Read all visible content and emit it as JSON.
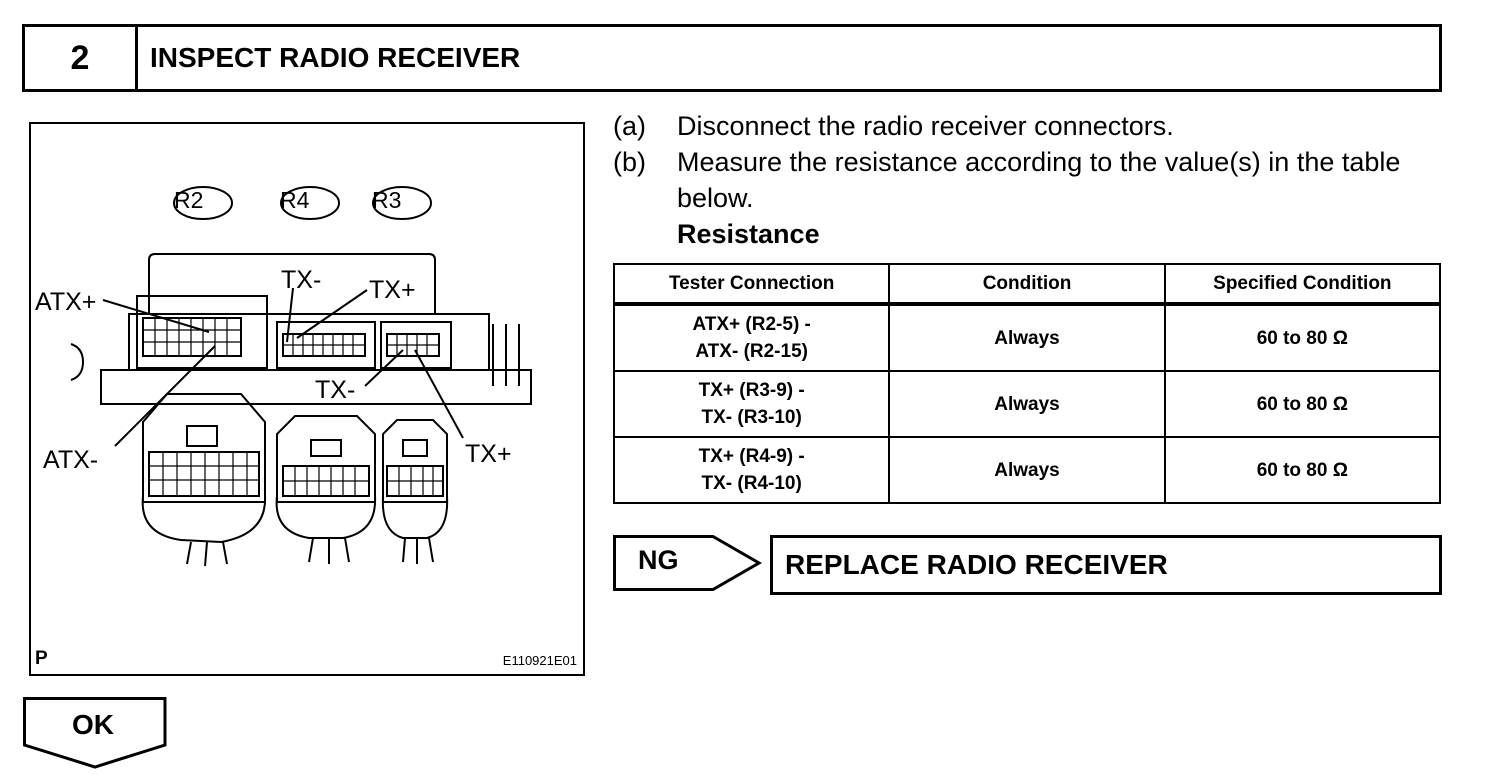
{
  "header": {
    "step_number": "2",
    "title": "INSPECT RADIO RECEIVER"
  },
  "figure": {
    "connectors": [
      "R2",
      "R4",
      "R3"
    ],
    "labels": {
      "atx_plus": "ATX+",
      "atx_minus": "ATX-",
      "tx_minus_top": "TX-",
      "tx_plus_top": "TX+",
      "tx_minus_mid": "TX-",
      "tx_plus_right": "TX+"
    },
    "corner_mark": "P",
    "figure_code": "E110921E01"
  },
  "instructions": [
    {
      "key": "(a)",
      "text": "Disconnect the radio receiver connectors."
    },
    {
      "key": "(b)",
      "text": "Measure the resistance according to the value(s) in the table below."
    }
  ],
  "resistance_label": "Resistance",
  "table": {
    "headers": [
      "Tester Connection",
      "Condition",
      "Specified Condition"
    ],
    "rows": [
      {
        "connection_1": "ATX+ (R2-5) -",
        "connection_2": "ATX- (R2-15)",
        "condition": "Always",
        "spec": "60 to 80 Ω"
      },
      {
        "connection_1": "TX+ (R3-9) -",
        "connection_2": "TX- (R3-10)",
        "condition": "Always",
        "spec": "60 to 80 Ω"
      },
      {
        "connection_1": "TX+ (R4-9) -",
        "connection_2": "TX- (R4-10)",
        "condition": "Always",
        "spec": "60 to 80 Ω"
      }
    ]
  },
  "ng": {
    "label": "NG",
    "action": "REPLACE RADIO RECEIVER"
  },
  "ok": {
    "label": "OK"
  }
}
